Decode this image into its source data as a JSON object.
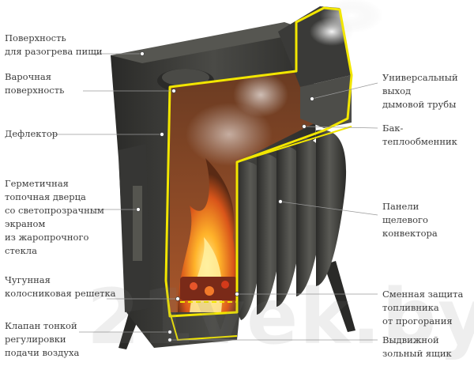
{
  "labels_left": [
    {
      "id": "cooking-surface-top",
      "text": "Поверхность\nдля разогрева пищи"
    },
    {
      "id": "cooking-surface",
      "text": "Варочная\nповерхность"
    },
    {
      "id": "deflector",
      "text": "Дефлектор"
    },
    {
      "id": "door",
      "text": "Герметичная\nтопочная дверца\nсо светопрозрачным\nэкраном\nиз жаропрочного\nстекла"
    },
    {
      "id": "grate",
      "text": "Чугунная\nколосниковая решетка"
    },
    {
      "id": "air-valve",
      "text": "Клапан тонкой\nрегулировки\nподачи воздуха"
    }
  ],
  "labels_right": [
    {
      "id": "flue-outlet",
      "text": "Универсальный\nвыход\nдымовой трубы"
    },
    {
      "id": "heat-exchanger",
      "text": "Бак-теплообменник"
    },
    {
      "id": "convector-panels",
      "text": "Панели\nщелевого\nконвектора"
    },
    {
      "id": "firebox-protection",
      "text": "Сменная защита\nтопливника\nот прогорания"
    },
    {
      "id": "ash-drawer",
      "text": "Выдвижной\nзольный ящик"
    }
  ],
  "watermark": "21vek.by",
  "colors": {
    "outline": "#f2e600",
    "stove": "#3a3a38",
    "fire": "#f29a1a",
    "text": "#3d3d3d"
  }
}
